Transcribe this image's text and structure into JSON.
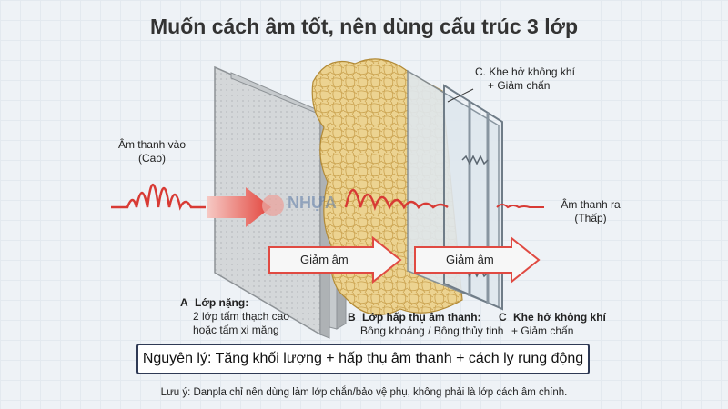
{
  "title": "Muốn cách âm tốt, nên dùng cấu trúc 3 lớp",
  "sound_in": {
    "line1": "Âm thanh vào",
    "line2": "(Cao)"
  },
  "sound_out": {
    "line1": "Âm thanh ra",
    "line2": "(Thấp)"
  },
  "reduce_labels": [
    "Giảm âm",
    "Giảm âm"
  ],
  "watermark": "NHỰA",
  "layer_a": {
    "letter": "A",
    "name": "Lớp nặng:",
    "desc1": "2 lớp tấm thạch cao",
    "desc2": "hoặc tấm xi măng"
  },
  "layer_b": {
    "letter": "B",
    "name": "Lớp hấp thụ âm thanh:",
    "desc": "Bông khoáng / Bông thủy tinh"
  },
  "layer_c_bottom": {
    "letter": "C",
    "name": "Khe hở không khí",
    "desc": "+ Giảm chấn"
  },
  "layer_c_top": {
    "line1": "C. Khe hở không khí",
    "line2": "+ Giảm chấn"
  },
  "principle": "Nguyên lý: Tăng khối lượng + hấp thụ âm thanh + cách ly rung động",
  "note": "Lưu ý: Danpla chỉ nên dùng làm lớp chắn/bảo vệ phụ, không phải là lớp cách âm chính.",
  "colors": {
    "wave": "#d83a34",
    "panel": "#cfd3d6",
    "wool": "#e8cf88",
    "frame": "#b8c4cc",
    "arrow": "#e04a42"
  }
}
